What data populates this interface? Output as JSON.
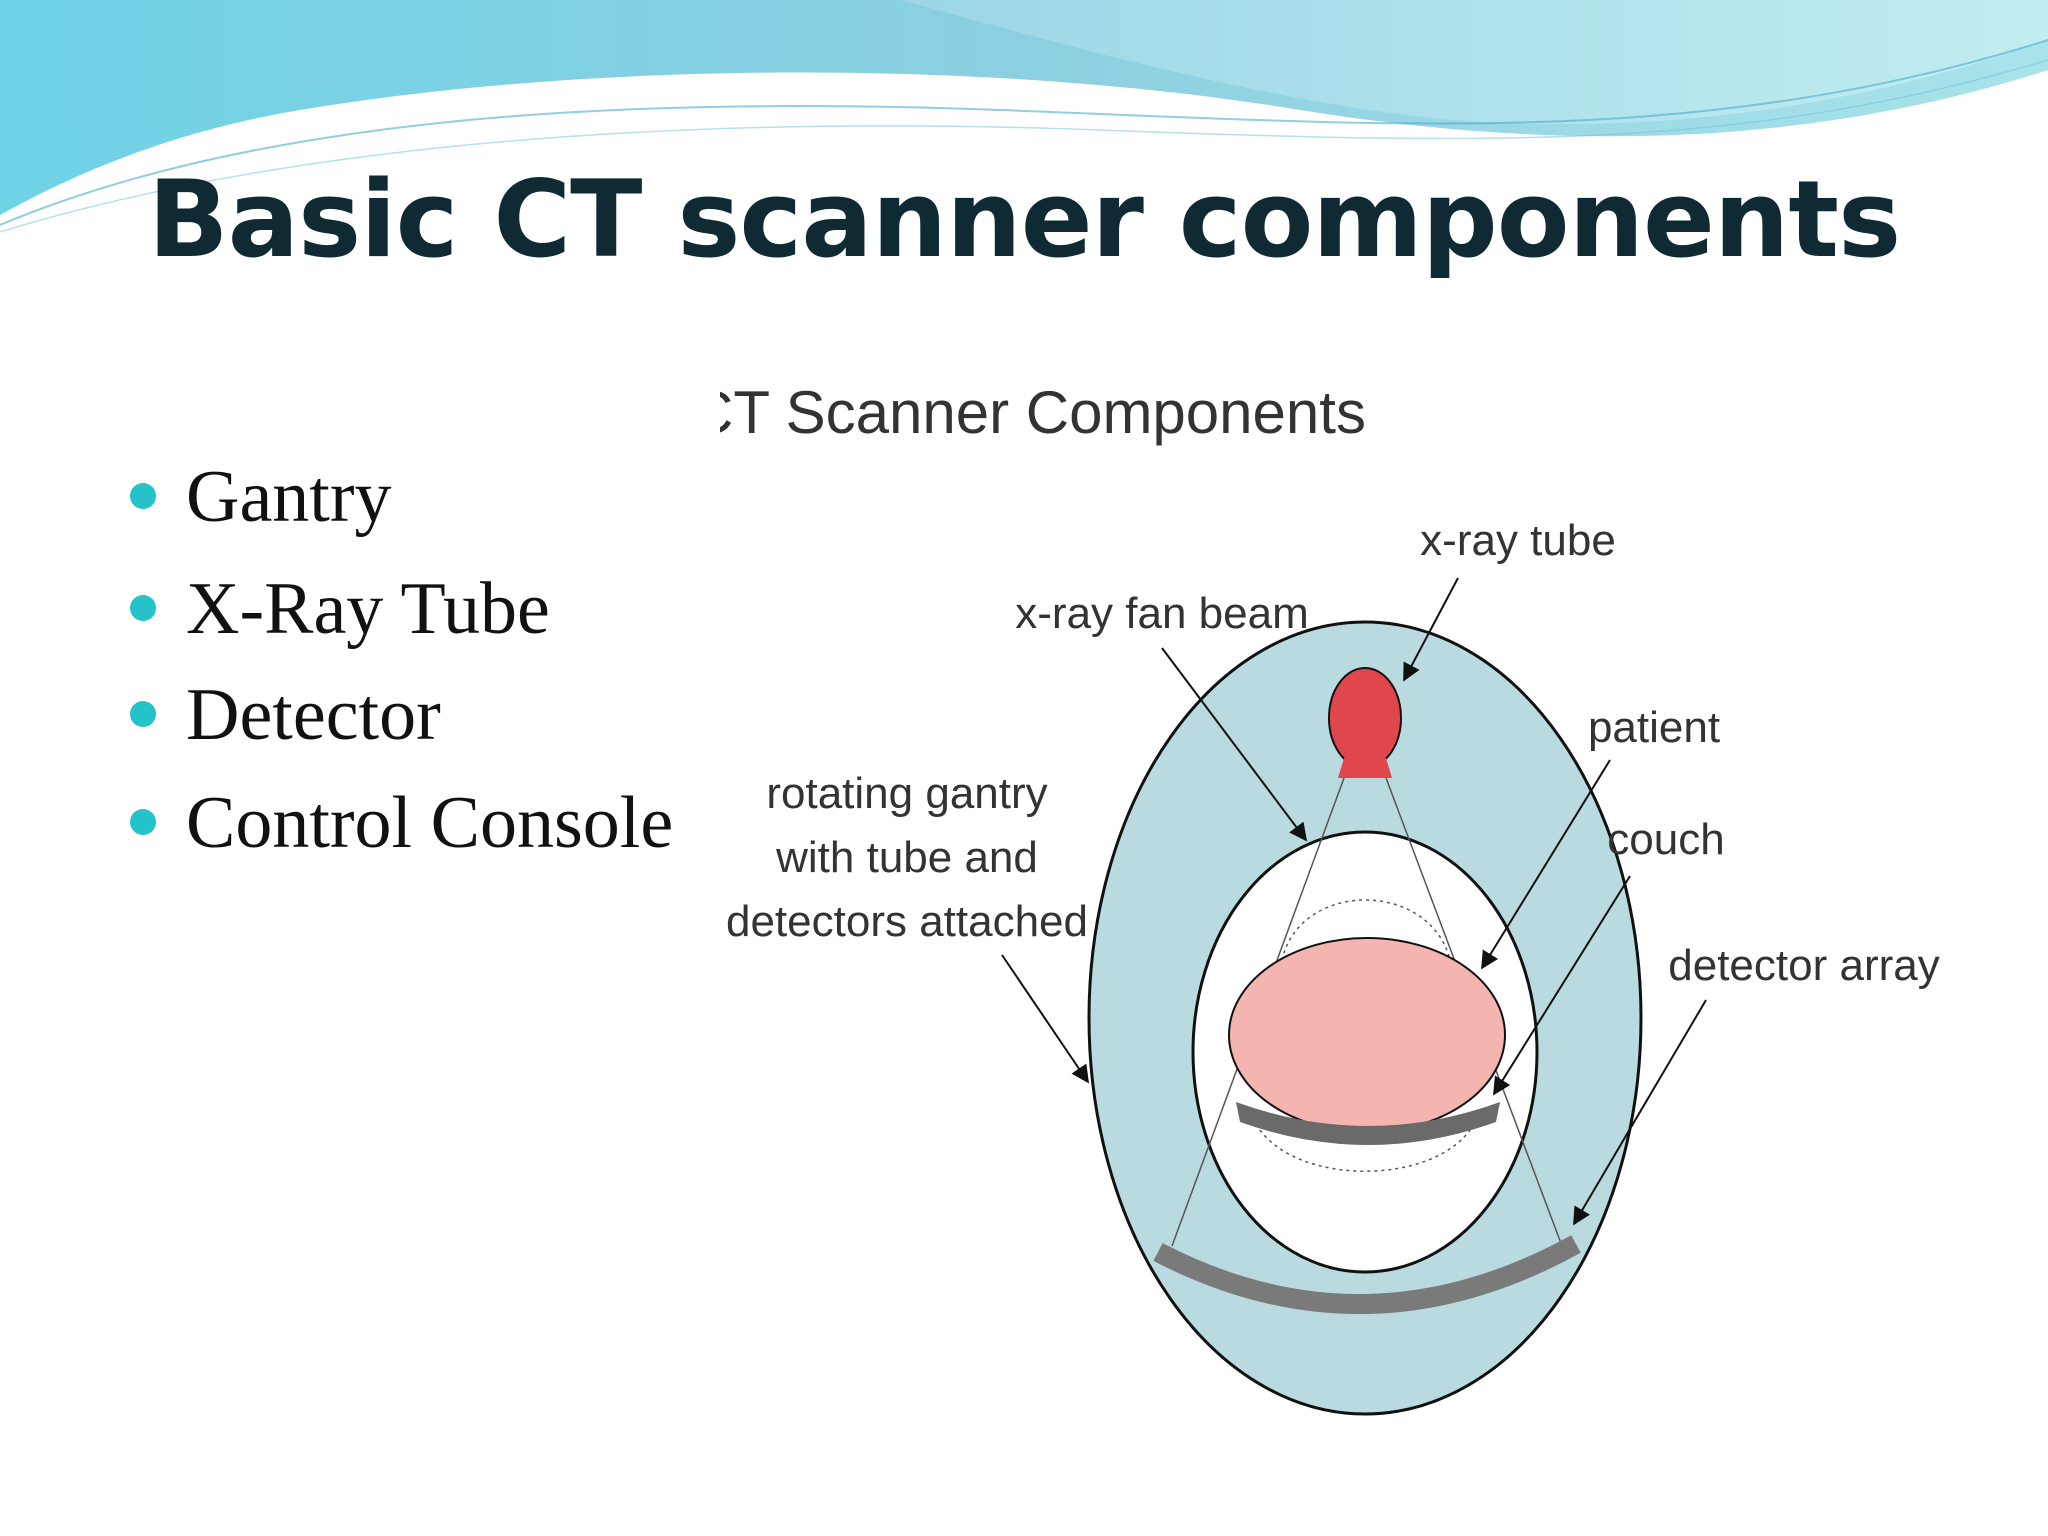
{
  "slide": {
    "title": "Basic CT scanner components",
    "bullets": [
      "Gantry",
      "X-Ray Tube",
      "Detector",
      "Control Console"
    ],
    "bullet_color": "#23c3c9"
  },
  "diagram": {
    "title": "CT Scanner Components",
    "labels": {
      "xray_tube": "x-ray tube",
      "fan_beam": "x-ray fan beam",
      "patient": "patient",
      "couch": "couch",
      "gantry_line1": "rotating gantry",
      "gantry_line2": "with tube and",
      "gantry_line3": "detectors attached",
      "detector_array": "detector array"
    },
    "colors": {
      "gantry": "#b9dbe0",
      "xray_tube": "#e0474d",
      "patient": "#f4b4b0",
      "couch": "#6a6a6a",
      "detector": "#7a7a7a"
    }
  }
}
